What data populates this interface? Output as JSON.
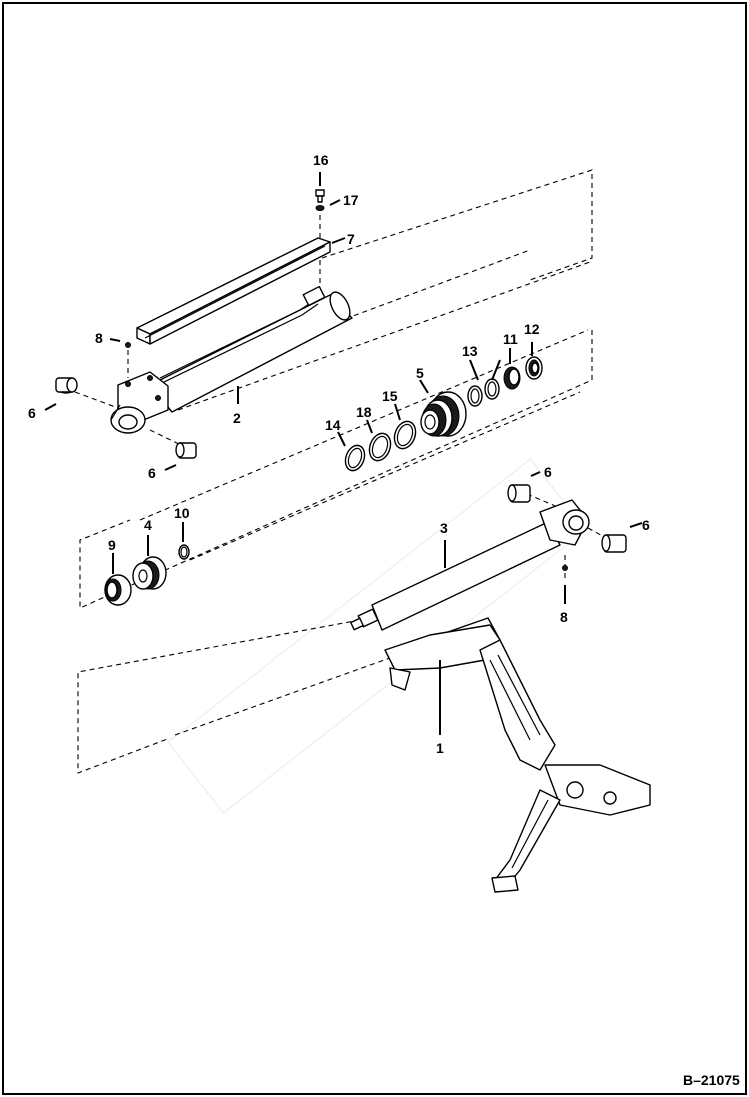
{
  "figure_id": "B–21075",
  "callouts": [
    {
      "id": "c16",
      "label": "16"
    },
    {
      "id": "c17",
      "label": "17"
    },
    {
      "id": "c7",
      "label": "7"
    },
    {
      "id": "c8a",
      "label": "8"
    },
    {
      "id": "c6a",
      "label": "6"
    },
    {
      "id": "c2",
      "label": "2"
    },
    {
      "id": "c6b",
      "label": "6"
    },
    {
      "id": "c13",
      "label": "13"
    },
    {
      "id": "c11",
      "label": "11"
    },
    {
      "id": "c12",
      "label": "12"
    },
    {
      "id": "c5",
      "label": "5"
    },
    {
      "id": "c18",
      "label": "18"
    },
    {
      "id": "c15",
      "label": "15"
    },
    {
      "id": "c14",
      "label": "14"
    },
    {
      "id": "c6c",
      "label": "6"
    },
    {
      "id": "c6d",
      "label": "6"
    },
    {
      "id": "c10",
      "label": "10"
    },
    {
      "id": "c4",
      "label": "4"
    },
    {
      "id": "c9",
      "label": "9"
    },
    {
      "id": "c3",
      "label": "3"
    },
    {
      "id": "c8b",
      "label": "8"
    },
    {
      "id": "c1",
      "label": "1"
    }
  ]
}
